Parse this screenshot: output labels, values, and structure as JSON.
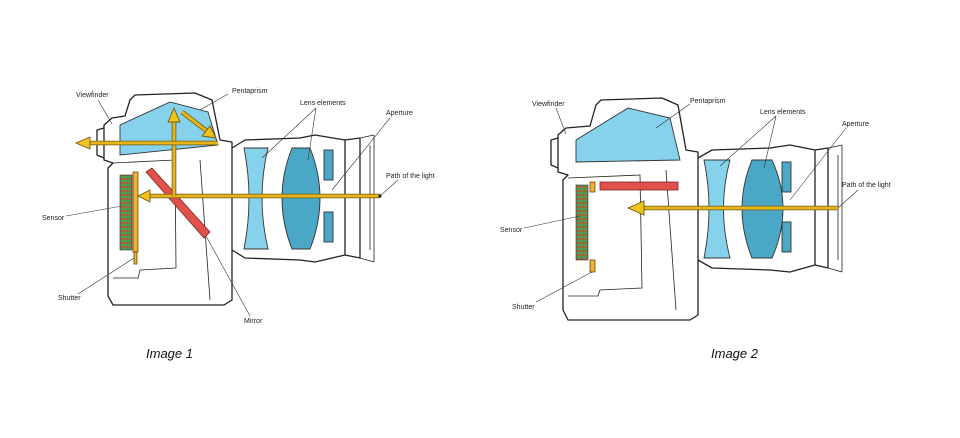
{
  "diagram_1": {
    "caption": "Image 1",
    "labels": {
      "viewfinder": "Viewfinder",
      "pentaprism": "Pentaprism",
      "lens_elements": "Lens elements",
      "aperture": "Aperture",
      "path_of_light": "Path of the light",
      "sensor": "Sensor",
      "shutter": "Shutter",
      "mirror": "Mirror"
    }
  },
  "diagram_2": {
    "caption": "Image 2",
    "labels": {
      "viewfinder": "Viewfinder",
      "pentaprism": "Pentaprism",
      "lens_elements": "Lens elements",
      "aperture": "Aperture",
      "path_of_light": "Path of the light",
      "sensor": "Sensor",
      "shutter": "Shutter"
    }
  },
  "colors": {
    "glass_light": "#86d2ec",
    "glass_dark": "#4aa8c6",
    "mirror": "#e2504a",
    "light_path": "#f0c21c",
    "sensor_green": "#4f9a5a",
    "sensor_brown": "#9a6a3a",
    "shutter": "#f0b030"
  }
}
